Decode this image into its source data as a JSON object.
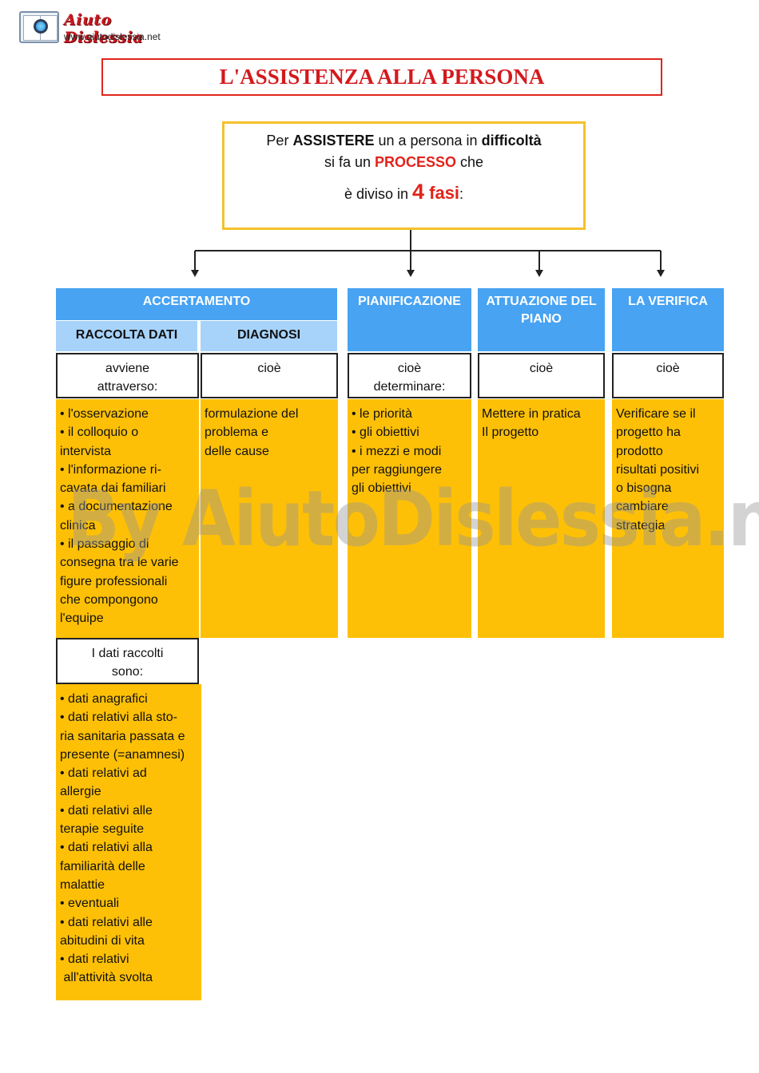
{
  "logo": {
    "brand": "Aiuto Dislessia",
    "url": "www.aiutodislessia.net"
  },
  "title": "L'ASSISTENZA ALLA PERSONA",
  "intro": {
    "line1": {
      "a": "Per ",
      "b": "ASSISTERE",
      "c": " un a persona in ",
      "d": "difficoltà"
    },
    "line2": {
      "a": "si fa un ",
      "b": "PROCESSO",
      "c": " che"
    },
    "line3": {
      "a": "è diviso in ",
      "b": "4",
      "c": " fasi",
      "d": ":"
    }
  },
  "phases": {
    "accertamento": {
      "header": "ACCERTAMENTO",
      "raccolta": {
        "header": "RACCOLTA DATI",
        "label": [
          "avviene",
          "attraverso:"
        ],
        "items": [
          "•  l'osservazione",
          "•  il colloquio o",
          "intervista",
          "•  l'informazione ri-",
          "cavata dai familiari",
          "•  a documentazione",
          "clinica",
          "•  il passaggio di",
          "consegna tra le varie",
          "figure professionali",
          "che compongono",
          "l'equipe"
        ],
        "label2": [
          "I dati raccolti",
          "sono:"
        ],
        "items2": [
          "• dati anagrafici",
          "• dati relativi alla sto-",
          "ria sanitaria passata e",
          "presente (=anamnesi)",
          "• dati relativi ad",
          "allergie",
          "• dati relativi alle",
          "terapie seguite",
          "• dati relativi alla",
          "familiarità delle",
          "malattie",
          "•  eventuali",
          "• dati relativi alle",
          "abitudini di vita",
          "• dati relativi",
          " all'attività svolta"
        ]
      },
      "diagnosi": {
        "header": "DIAGNOSI",
        "label": [
          "cioè"
        ],
        "items": [
          "formulazione del",
          "problema e",
          "delle cause"
        ]
      }
    },
    "pianificazione": {
      "header": "PIANIFICAZIONE",
      "label": [
        "cioè",
        "determinare:"
      ],
      "items": [
        "•  le priorità",
        "•  gli obiettivi",
        "•  i mezzi e modi",
        "per raggiungere",
        "gli obiettivi"
      ]
    },
    "attuazione": {
      "header": [
        "ATTUAZIONE DEL",
        "PIANO"
      ],
      "label": [
        "cioè"
      ],
      "items": [
        "Mettere in pratica",
        "Il progetto"
      ]
    },
    "verifica": {
      "header": "LA VERIFICA",
      "label": [
        "cioè"
      ],
      "items": [
        "Verificare se il",
        "progetto ha",
        "prodotto",
        "risultati positivi",
        "o bisogna",
        "cambiare",
        "strategia"
      ]
    }
  },
  "watermark": "By AiutoDislessia.net",
  "colors": {
    "header": "#48a3f2",
    "subheader": "#a7d3fb",
    "content": "#fec006",
    "title": "#d4191d",
    "intro_border": "#f5c12b"
  }
}
